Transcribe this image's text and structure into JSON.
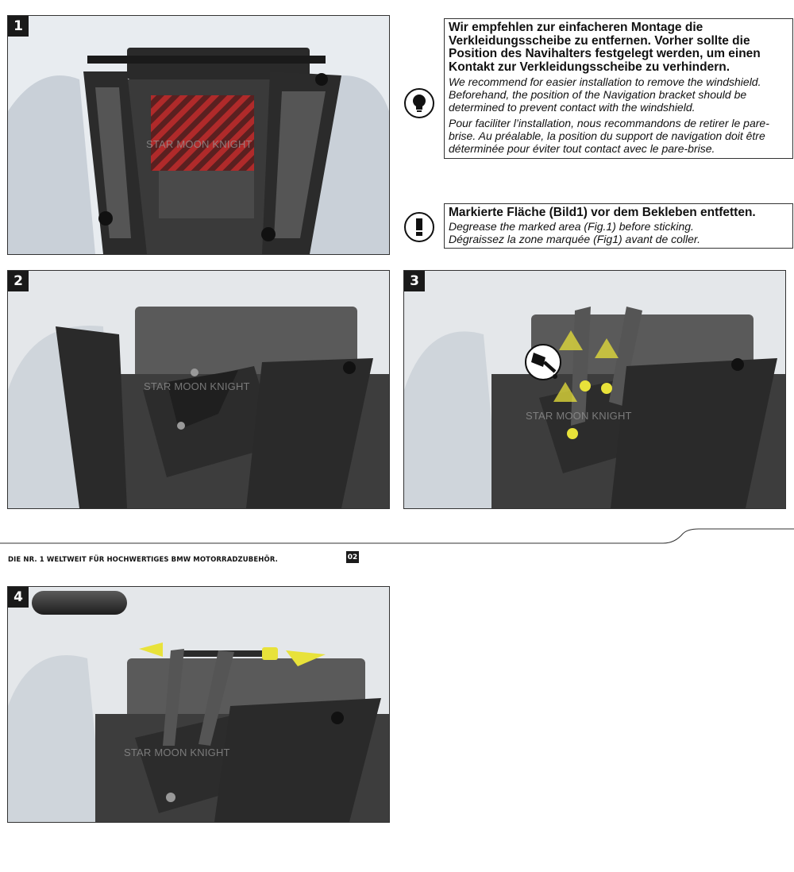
{
  "panels": [
    {
      "number": "1",
      "watermark": "STAR MOON KNIGHT"
    },
    {
      "number": "2",
      "watermark": "STAR MOON KNIGHT"
    },
    {
      "number": "3",
      "watermark": "STAR MOON KNIGHT"
    },
    {
      "number": "4",
      "watermark": "STAR MOON KNIGHT"
    }
  ],
  "tip": {
    "icon": "lightbulb-icon",
    "de": "Wir empfehlen zur einfacheren Montage die Verkleidungsscheibe zu entfernen. Vorher sollte die Position des Navihalters festgelegt werden, um einen Kontakt zur Verkleidungsscheibe zu verhindern.",
    "en": "We recommend for easier installation to remove the windshield. Beforehand, the position of the Navigation bracket should be determined to prevent contact with the windshield.",
    "fr": "Pour faciliter l’installation, nous recommandons de retirer le pare-brise. Au préalable, la position du support de navigation doit être déterminée pour éviter tout contact avec le pare-brise."
  },
  "warning": {
    "icon": "exclamation-icon",
    "de": "Markierte Fläche (Bild1) vor dem Bekleben entfetten.",
    "en": "Degrease the marked area (Fig.1) before sticking.",
    "fr": "Dégraissez la zone marquée (Fig1) avant de coller."
  },
  "footer": {
    "tagline": "DIE NR. 1 WELTWEIT FÜR HOCHWERTIGES BMW MOTORRADZUBEHÖR.",
    "page_number": "02"
  },
  "colors": {
    "accent_yellow": "#e8e23a",
    "marked_area_red": "#9a2a2a",
    "badge_black": "#1a1a1a"
  }
}
